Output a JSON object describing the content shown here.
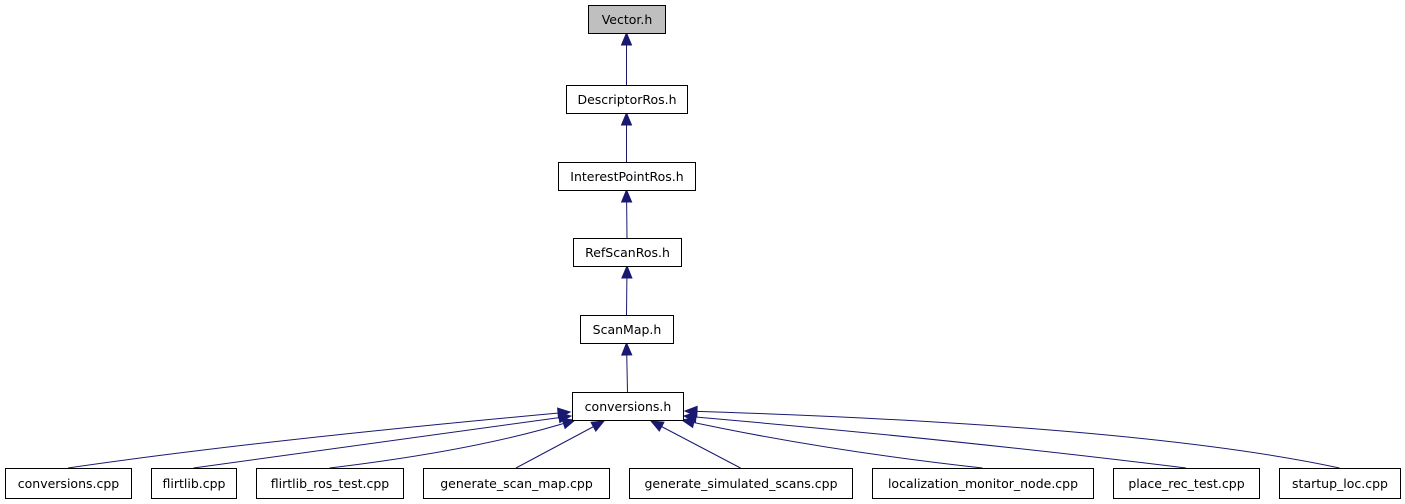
{
  "diagram": {
    "nodes": [
      {
        "id": "vector_h",
        "label": "Vector.h",
        "highlighted": true
      },
      {
        "id": "descriptorros_h",
        "label": "DescriptorRos.h"
      },
      {
        "id": "interestpointros_h",
        "label": "InterestPointRos.h"
      },
      {
        "id": "refscanros_h",
        "label": "RefScanRos.h"
      },
      {
        "id": "scanmap_h",
        "label": "ScanMap.h"
      },
      {
        "id": "conversions_h",
        "label": "conversions.h"
      },
      {
        "id": "conversions_cpp",
        "label": "conversions.cpp"
      },
      {
        "id": "flirtlib_cpp",
        "label": "flirtlib.cpp"
      },
      {
        "id": "flirtlib_ros_test_cpp",
        "label": "flirtlib_ros_test.cpp"
      },
      {
        "id": "generate_scan_map_cpp",
        "label": "generate_scan_map.cpp"
      },
      {
        "id": "generate_simulated_scans_cpp",
        "label": "generate_simulated_scans.cpp"
      },
      {
        "id": "localization_monitor_node_cpp",
        "label": "localization_monitor_node.cpp"
      },
      {
        "id": "place_rec_test_cpp",
        "label": "place_rec_test.cpp"
      },
      {
        "id": "startup_loc_cpp",
        "label": "startup_loc.cpp"
      }
    ],
    "edges": [
      {
        "from": "descriptorros_h",
        "to": "vector_h"
      },
      {
        "from": "interestpointros_h",
        "to": "descriptorros_h"
      },
      {
        "from": "refscanros_h",
        "to": "interestpointros_h"
      },
      {
        "from": "scanmap_h",
        "to": "refscanros_h"
      },
      {
        "from": "conversions_h",
        "to": "scanmap_h"
      },
      {
        "from": "conversions_cpp",
        "to": "conversions_h"
      },
      {
        "from": "flirtlib_cpp",
        "to": "conversions_h"
      },
      {
        "from": "flirtlib_ros_test_cpp",
        "to": "conversions_h"
      },
      {
        "from": "generate_scan_map_cpp",
        "to": "conversions_h"
      },
      {
        "from": "generate_simulated_scans_cpp",
        "to": "conversions_h"
      },
      {
        "from": "localization_monitor_node_cpp",
        "to": "conversions_h"
      },
      {
        "from": "place_rec_test_cpp",
        "to": "conversions_h"
      },
      {
        "from": "startup_loc_cpp",
        "to": "conversions_h"
      }
    ],
    "colors": {
      "edge": "#191970",
      "highlighted_fill": "#bfbfbf",
      "node_fill": "#ffffff",
      "border": "#000000"
    }
  }
}
